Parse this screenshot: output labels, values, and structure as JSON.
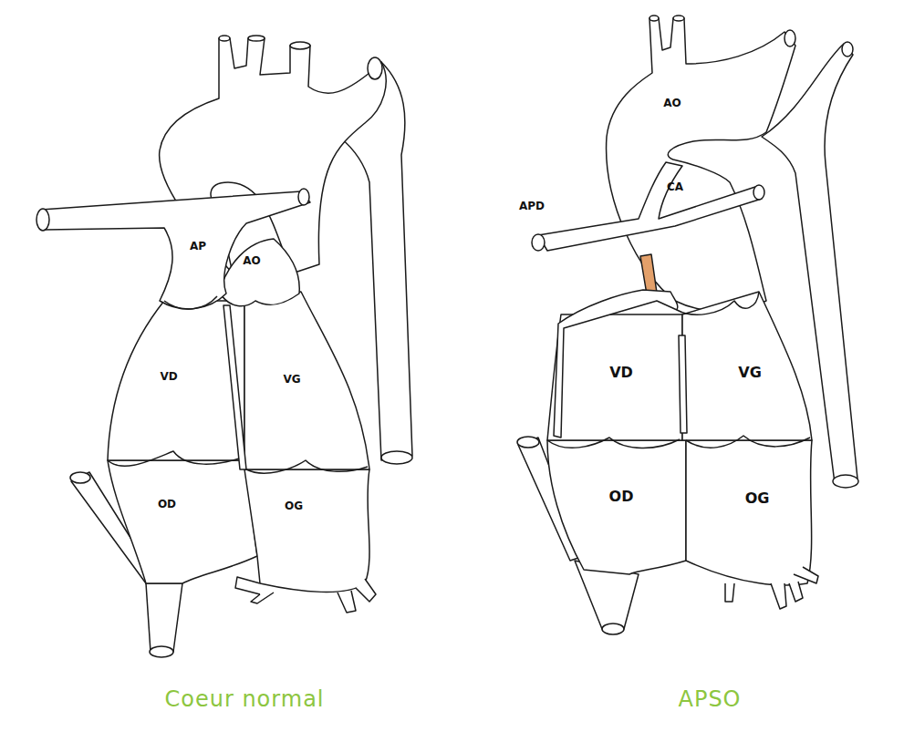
{
  "diagram": {
    "labels": [
      "AP",
      "AO",
      "VD",
      "VG",
      "OD",
      "OG",
      "AO",
      "CA",
      "APD",
      "VD",
      "VG",
      "OD",
      "OG",
      "Coeur normal",
      "APSO"
    ]
  }
}
